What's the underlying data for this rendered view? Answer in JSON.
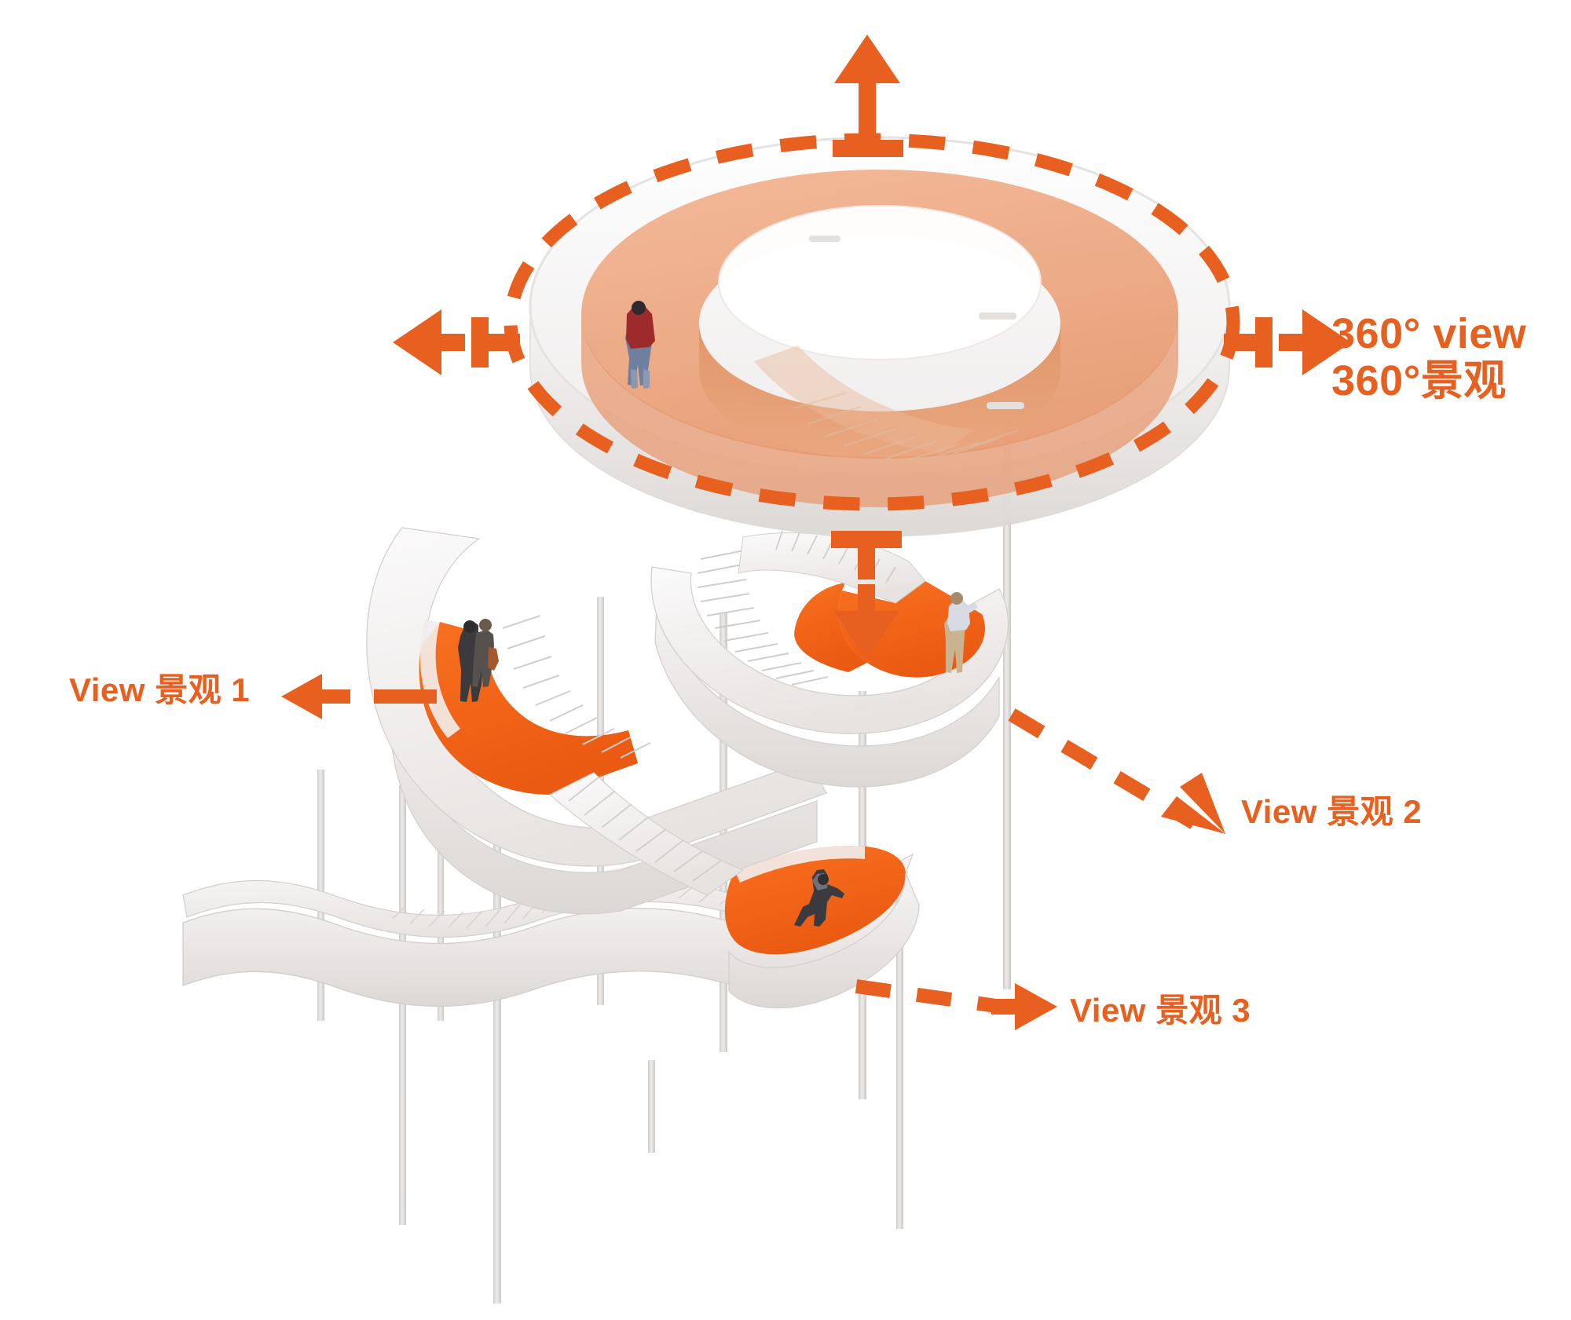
{
  "diagram": {
    "title_visible": false,
    "background_color": "#ffffff",
    "palette": {
      "accent_orange": "#E8601F",
      "platform_orange": "#F0601A",
      "translucent_salmon": "#EFA57C",
      "structure_white": "#F2F0EF",
      "structure_shadow": "#DEDAD8",
      "column_gray": "#D8D5D3"
    },
    "annotations": [
      {
        "id": "view-360",
        "line1": "360° view",
        "line2": "360°景观",
        "marker": "dashed-ellipse-with-four-arrows",
        "arrow_directions": [
          "up",
          "left",
          "right",
          "down"
        ],
        "color": "#E8601F"
      },
      {
        "id": "view-1",
        "label": "View 景观 1",
        "marker": "left-arrow-with-dash",
        "arrow_direction": "left",
        "color": "#E8601F"
      },
      {
        "id": "view-2",
        "label": "View 景观 2",
        "marker": "dashed-leader-with-diagonal-arrow",
        "arrow_direction": "down-right",
        "color": "#E8601F"
      },
      {
        "id": "view-3",
        "label": "View 景观 3",
        "marker": "dashed-leader-with-right-arrow",
        "arrow_direction": "right",
        "color": "#E8601F"
      }
    ],
    "structure": {
      "description_visible": false,
      "levels": [
        {
          "name": "top-360-observation-ring",
          "shape": "torus-deck",
          "deck_fill": "#EFA57C",
          "deck_opacity": 0.85,
          "occupants": 1,
          "occupant_note": "person-in-red-jacket"
        },
        {
          "name": "mid-spiral-ramp-level",
          "shape": "curved-ribbon-ramp-with-stairs",
          "highlight_fill": "#F0601A",
          "occupants": 2,
          "occupant_note": "couple-photographing and man-photographing"
        },
        {
          "name": "lower-ramp-level",
          "shape": "wave-ribbon-ramp-with-stairs",
          "highlight_fill": "#F0601A",
          "occupants": 1,
          "occupant_note": "person-leaning-on-railing"
        }
      ],
      "columns": 10,
      "column_color": "#D8D5D3"
    }
  }
}
